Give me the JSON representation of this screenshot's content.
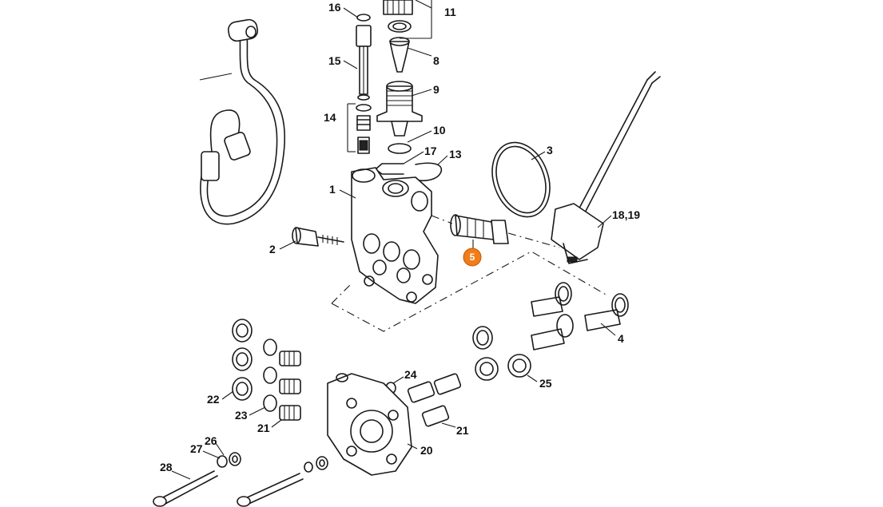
{
  "callouts": [
    {
      "id": "16",
      "label": "16"
    },
    {
      "id": "11",
      "label": "11"
    },
    {
      "id": "15",
      "label": "15"
    },
    {
      "id": "8",
      "label": "8"
    },
    {
      "id": "9",
      "label": "9"
    },
    {
      "id": "14",
      "label": "14"
    },
    {
      "id": "10",
      "label": "10"
    },
    {
      "id": "17",
      "label": "17"
    },
    {
      "id": "13",
      "label": "13"
    },
    {
      "id": "3",
      "label": "3"
    },
    {
      "id": "1",
      "label": "1"
    },
    {
      "id": "18-19",
      "label": "18,19"
    },
    {
      "id": "2",
      "label": "2"
    },
    {
      "id": "4",
      "label": "4"
    },
    {
      "id": "24",
      "label": "24"
    },
    {
      "id": "25",
      "label": "25"
    },
    {
      "id": "22",
      "label": "22"
    },
    {
      "id": "23",
      "label": "23"
    },
    {
      "id": "21a",
      "label": "21"
    },
    {
      "id": "21b",
      "label": "21"
    },
    {
      "id": "20",
      "label": "20"
    },
    {
      "id": "26",
      "label": "26"
    },
    {
      "id": "27",
      "label": "27"
    },
    {
      "id": "28",
      "label": "28"
    }
  ],
  "highlight": {
    "label": "5",
    "color": "#f07d1a"
  }
}
